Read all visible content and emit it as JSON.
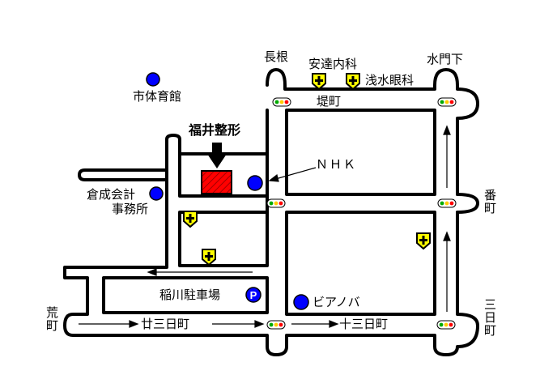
{
  "labels": {
    "gym": "市体育館",
    "clinic": "福井整形",
    "nhk": "ＮＨＫ",
    "kuranari_line1": "倉成会計",
    "kuranari_line2": "事務所",
    "nagane": "長根",
    "adachi": "安達内科",
    "asamizu": "浅水眼科",
    "mizumon": "水門下",
    "tsutsumi": "堤町",
    "bancho": "番町",
    "inagawa": "稲川駐車場",
    "parking_symbol": "P",
    "pianova": "ビアノバ",
    "aramachi": "荒町",
    "nijusanichi": "廿三日町",
    "jusanichi": "十三日町",
    "mikkamachi": "三日町"
  },
  "icons": {
    "building": "blue-dot",
    "hospital": "yellow-cross-marker",
    "traffic_light": "traffic-signal",
    "target": "red-hatched-building"
  },
  "colors": {
    "road_outline": "#000000",
    "building_dot": "#0000ff",
    "hospital_marker": "#ffff00",
    "target_building": "#ff0000",
    "signal_green": "#00aa00",
    "signal_red": "#ff0000"
  }
}
